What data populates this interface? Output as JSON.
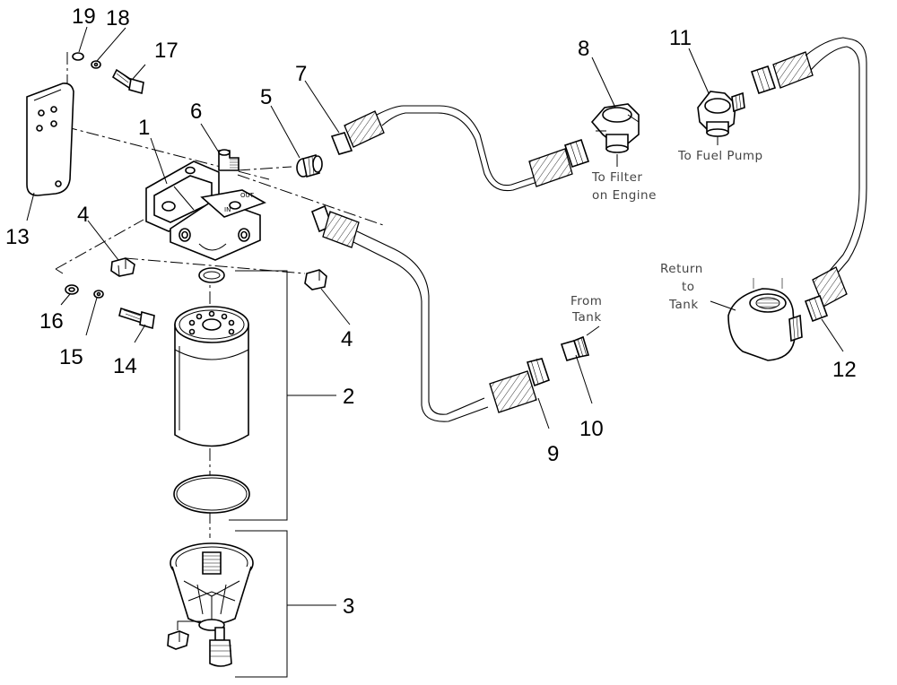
{
  "diagram": {
    "callouts": [
      "1",
      "2",
      "3",
      "4",
      "4",
      "5",
      "6",
      "7",
      "8",
      "9",
      "10",
      "11",
      "12",
      "13",
      "14",
      "15",
      "16",
      "17",
      "18",
      "19"
    ],
    "annotations": {
      "to_filter": [
        "To Filter",
        "on Engine"
      ],
      "to_fuel_pump": "To Fuel Pump",
      "from_tank": [
        "From",
        "Tank"
      ],
      "return_to_tank": [
        "Return",
        "to",
        "Tank"
      ]
    },
    "colors": {
      "line": "#000000",
      "note_text": "#444444",
      "background": "#ffffff"
    }
  }
}
